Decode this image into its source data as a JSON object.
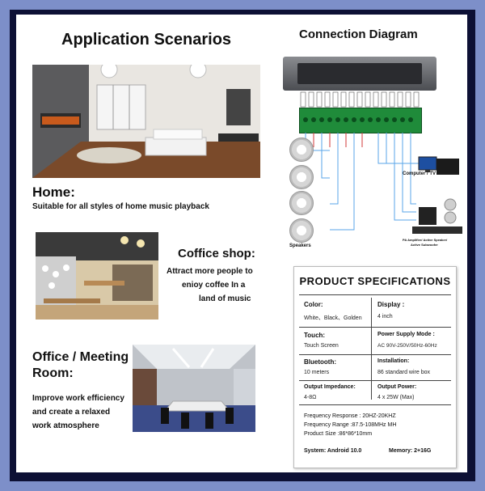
{
  "left": {
    "title": "Application Scenarios",
    "home": {
      "heading": "Home:",
      "desc": "Suitable for all styles of home music playback"
    },
    "coffee": {
      "heading": "Coffice shop:",
      "line1": "Attract more people to",
      "line2": "enioy coffee In a",
      "line3": "land of music"
    },
    "office": {
      "heading1": "Office / Meeting",
      "heading2": "Room:",
      "line1": "Improve work efficiency",
      "line2": "and create a relaxed",
      "line3": "work atmosphere"
    }
  },
  "diagram": {
    "title": "Connection Diagram",
    "speakers_label": "Speakers",
    "computer_label": "Computer / TV",
    "amp_label1": "PA Amplifier/ Active Speaker/",
    "amp_label2": "Active Subwoofer"
  },
  "specs": {
    "title": "PRODUCT  SPECIFICATIONS",
    "color_h": "Color:",
    "color_v": "White、Black、Golden",
    "display_h": "Display :",
    "display_v": "4 inch",
    "touch_h": "Touch:",
    "touch_v": "Touch Screen",
    "power_h": "Power Supply Mode :",
    "power_v": "AC 90V-250V/50Hz-60Hz",
    "bt_h": "Bluetooth:",
    "bt_v": "10 meters",
    "install_h": "Installation:",
    "install_v": "86 standard wire box",
    "imp_h": "Output Impedance:",
    "imp_v": "4-8Ω",
    "out_h": "Output Power:",
    "out_v": "4 x 25W  (Max)",
    "freq_resp": "Frequency Response :  20HZ-20KHZ",
    "freq_range": "Frequency Range :87.5-108MHz  MH",
    "size": "Product Size :86*86*10mm",
    "system": "System: Android 10.0",
    "memory": "Memory: 2+16G"
  },
  "colors": {
    "frame": "#7d8fc9",
    "frame_dark": "#0d1035",
    "terminal_green": "#1f8b3a",
    "wire_blue": "#5aa6e8",
    "wire_red": "#d23a3a"
  }
}
